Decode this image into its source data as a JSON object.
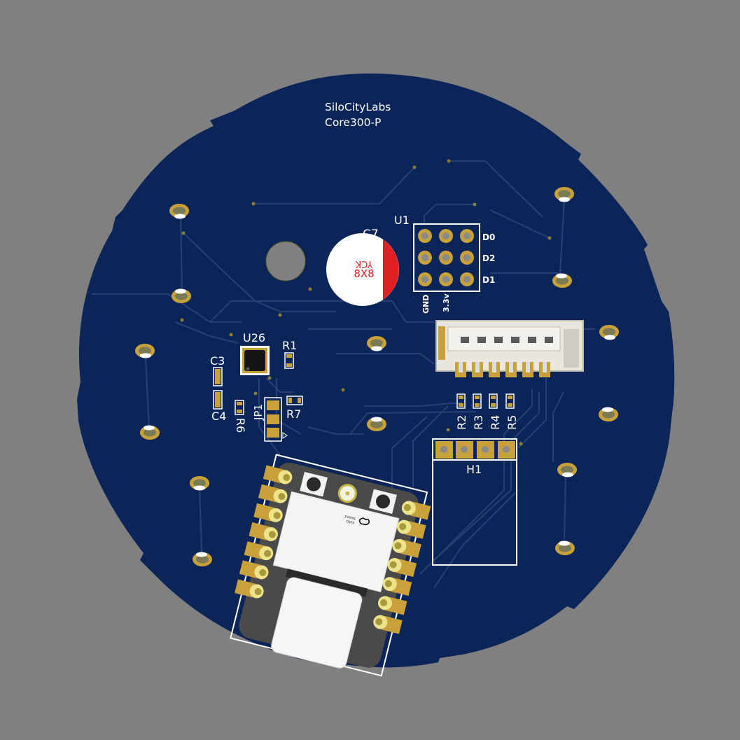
{
  "board": {
    "brand": "SiloCityLabs",
    "model": "Core300-P",
    "colors": {
      "background": "#808080",
      "soldermask": "#0b2559",
      "copper_pad": "#c9a13b",
      "silkscreen": "#ffffff",
      "trace": "#253f70",
      "capacitor_stripe": "#e02020"
    }
  },
  "components": {
    "c7": {
      "ref": "C7",
      "marking_line1": "YCK",
      "marking_line2": "8X8"
    },
    "u1": {
      "ref": "U1",
      "pins": {
        "d0": "D0",
        "d2": "D2",
        "d1": "D1",
        "gnd": "GND",
        "v33": "3.3v"
      }
    },
    "u26": {
      "ref": "U26"
    },
    "r1": {
      "ref": "R1"
    },
    "c3": {
      "ref": "C3"
    },
    "c4": {
      "ref": "C4"
    },
    "r6": {
      "ref": "R6"
    },
    "jp1": {
      "ref": "JP1"
    },
    "r7": {
      "ref": "R7"
    },
    "r2": {
      "ref": "R2"
    },
    "r3": {
      "ref": "R3"
    },
    "r4": {
      "ref": "R4"
    },
    "r5": {
      "ref": "R5"
    },
    "h1": {
      "ref": "H1"
    },
    "mcu_module": {
      "logo_text1": "Seeed",
      "logo_text2": "XIAO"
    }
  }
}
